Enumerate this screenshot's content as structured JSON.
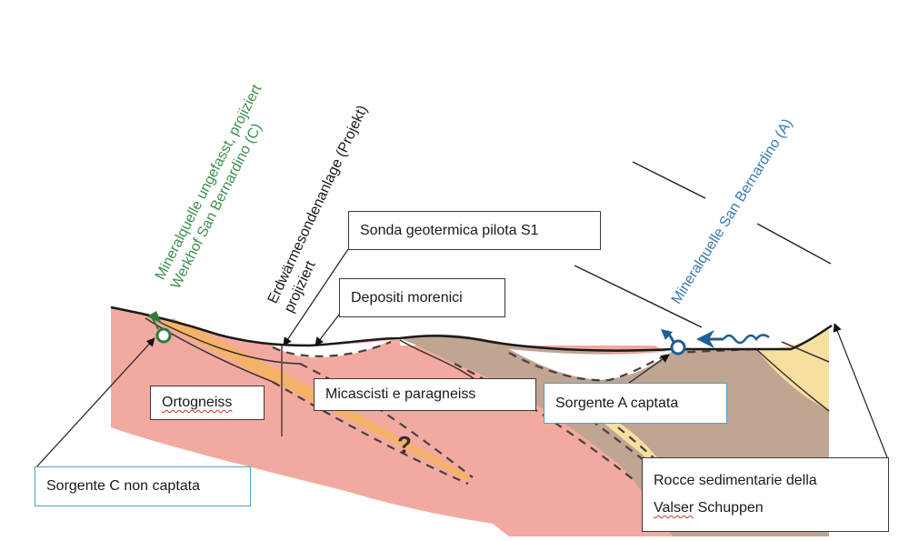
{
  "diagram": {
    "vertical_labels": {
      "spring_c": {
        "line1": "Mineralquelle ungefasst, projiziert",
        "line2": "Werkhof San Bernardino (C)",
        "color": "#3f8f4f"
      },
      "geothermal": {
        "line1": "Erdwärmesondenanlage (Projekt)",
        "line2": "projiziert",
        "color": "#1a1a1a"
      },
      "spring_a": {
        "line1": "Mineralquelle San Bernardino (A)",
        "color": "#3a7bb0"
      }
    },
    "callouts": {
      "sonda": "Sonda geotermica pilota S1",
      "depositi": "Depositi morenici",
      "ortogneiss": "Ortogneiss",
      "micascisti": "Micascisti e paragneiss",
      "sorgente_a": "Sorgente A captata",
      "sorgente_c": "Sorgente C non captata",
      "rocce_line1": "Rocce sedimentarie della",
      "rocce_line2_word1": "Valser",
      "rocce_line2_word2": " Schuppen"
    },
    "uncertainty_mark": "?",
    "layers": {
      "ortogneiss_color": "#f2aaa0",
      "micascisti_band_color": "#f5b36a",
      "sedimentary_color": "#bfa592",
      "yellow_layer_color": "#f6e0a0",
      "moraine_color": "#ffffff"
    },
    "symbols": {
      "spring_c_color": "#2f7a3a",
      "spring_a_color": "#1f5f95"
    }
  }
}
